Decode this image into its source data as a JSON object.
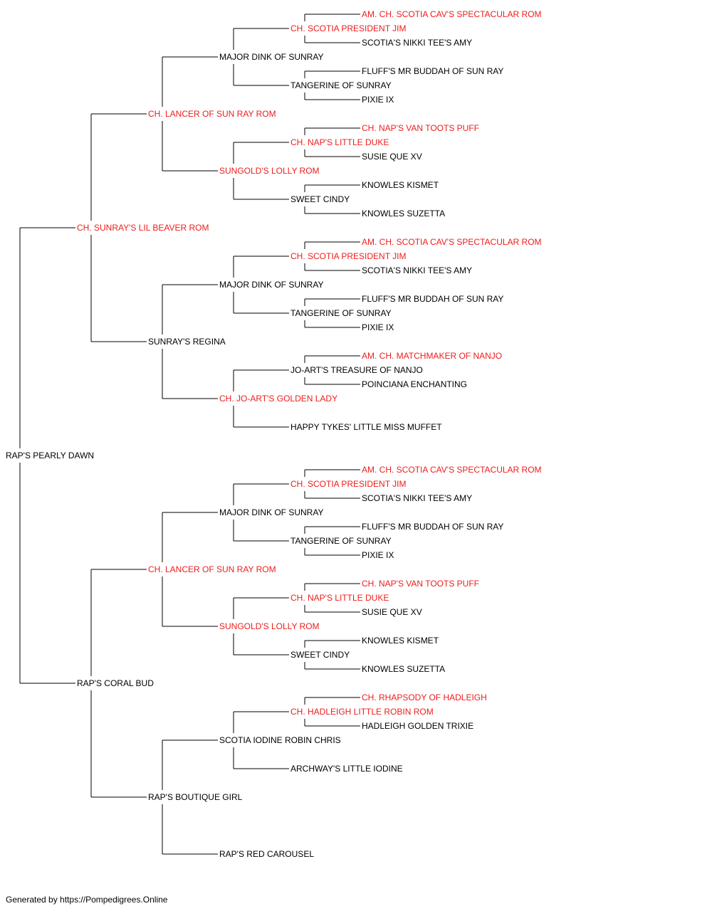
{
  "colors": {
    "champion": "#ee1c1c",
    "normal": "#000000",
    "line": "#000000"
  },
  "pedigree": {
    "name": "RAP'S PEARLY DAWN",
    "champion": false,
    "sire": {
      "name": "CH. SUNRAY'S LIL BEAVER ROM",
      "champion": true,
      "sire": {
        "name": "CH. LANCER OF SUN RAY ROM",
        "champion": true,
        "sire": {
          "name": "MAJOR DINK OF SUNRAY",
          "champion": false,
          "sire": {
            "name": "CH. SCOTIA PRESIDENT JIM",
            "champion": true,
            "sire": {
              "name": "AM. CH. SCOTIA CAV'S SPECTACULAR ROM",
              "champion": true
            },
            "dam": {
              "name": "SCOTIA'S NIKKI TEE'S AMY",
              "champion": false
            }
          },
          "dam": {
            "name": "TANGERINE OF SUNRAY",
            "champion": false,
            "sire": {
              "name": "FLUFF'S MR BUDDAH OF SUN RAY",
              "champion": false
            },
            "dam": {
              "name": "PIXIE IX",
              "champion": false
            }
          }
        },
        "dam": {
          "name": "SUNGOLD'S LOLLY ROM",
          "champion": true,
          "sire": {
            "name": "CH. NAP'S LITTLE DUKE",
            "champion": true,
            "sire": {
              "name": "CH. NAP'S VAN TOOTS PUFF",
              "champion": true
            },
            "dam": {
              "name": "SUSIE QUE XV",
              "champion": false
            }
          },
          "dam": {
            "name": "SWEET CINDY",
            "champion": false,
            "sire": {
              "name": "KNOWLES KISMET",
              "champion": false
            },
            "dam": {
              "name": "KNOWLES SUZETTA",
              "champion": false
            }
          }
        }
      },
      "dam": {
        "name": "SUNRAY'S REGINA",
        "champion": false,
        "sire": {
          "name": "MAJOR DINK OF SUNRAY",
          "champion": false,
          "sire": {
            "name": "CH. SCOTIA PRESIDENT JIM",
            "champion": true,
            "sire": {
              "name": "AM. CH. SCOTIA CAV'S SPECTACULAR ROM",
              "champion": true
            },
            "dam": {
              "name": "SCOTIA'S NIKKI TEE'S AMY",
              "champion": false
            }
          },
          "dam": {
            "name": "TANGERINE OF SUNRAY",
            "champion": false,
            "sire": {
              "name": "FLUFF'S MR BUDDAH OF SUN RAY",
              "champion": false
            },
            "dam": {
              "name": "PIXIE IX",
              "champion": false
            }
          }
        },
        "dam": {
          "name": "CH. JO-ART'S GOLDEN LADY",
          "champion": true,
          "sire": {
            "name": "JO-ART'S TREASURE OF NANJO",
            "champion": false,
            "sire": {
              "name": "AM. CH. MATCHMAKER OF NANJO",
              "champion": true
            },
            "dam": {
              "name": "POINCIANA ENCHANTING",
              "champion": false
            }
          },
          "dam": {
            "name": "HAPPY TYKES' LITTLE MISS MUFFET",
            "champion": false
          }
        }
      }
    },
    "dam": {
      "name": "RAP'S CORAL BUD",
      "champion": false,
      "sire": {
        "name": "CH. LANCER OF SUN RAY ROM",
        "champion": true,
        "sire": {
          "name": "MAJOR DINK OF SUNRAY",
          "champion": false,
          "sire": {
            "name": "CH. SCOTIA PRESIDENT JIM",
            "champion": true,
            "sire": {
              "name": "AM. CH. SCOTIA CAV'S SPECTACULAR ROM",
              "champion": true
            },
            "dam": {
              "name": "SCOTIA'S NIKKI TEE'S AMY",
              "champion": false
            }
          },
          "dam": {
            "name": "TANGERINE OF SUNRAY",
            "champion": false,
            "sire": {
              "name": "FLUFF'S MR BUDDAH OF SUN RAY",
              "champion": false
            },
            "dam": {
              "name": "PIXIE IX",
              "champion": false
            }
          }
        },
        "dam": {
          "name": "SUNGOLD'S LOLLY ROM",
          "champion": true,
          "sire": {
            "name": "CH. NAP'S LITTLE DUKE",
            "champion": true,
            "sire": {
              "name": "CH. NAP'S VAN TOOTS PUFF",
              "champion": true
            },
            "dam": {
              "name": "SUSIE QUE XV",
              "champion": false
            }
          },
          "dam": {
            "name": "SWEET CINDY",
            "champion": false,
            "sire": {
              "name": "KNOWLES KISMET",
              "champion": false
            },
            "dam": {
              "name": "KNOWLES SUZETTA",
              "champion": false
            }
          }
        }
      },
      "dam": {
        "name": "RAP'S BOUTIQUE GIRL",
        "champion": false,
        "sire": {
          "name": "SCOTIA IODINE ROBIN CHRIS",
          "champion": false,
          "sire": {
            "name": "CH. HADLEIGH LITTLE ROBIN ROM",
            "champion": true,
            "sire": {
              "name": "CH. RHAPSODY OF HADLEIGH",
              "champion": true
            },
            "dam": {
              "name": "HADLEIGH GOLDEN TRIXIE",
              "champion": false
            }
          },
          "dam": {
            "name": "ARCHWAY'S LITTLE IODINE",
            "champion": false
          }
        },
        "dam": {
          "name": "RAP'S RED CAROUSEL",
          "champion": false
        }
      }
    }
  },
  "footer": {
    "text": "Generated by https://Pompedigrees.Online"
  }
}
